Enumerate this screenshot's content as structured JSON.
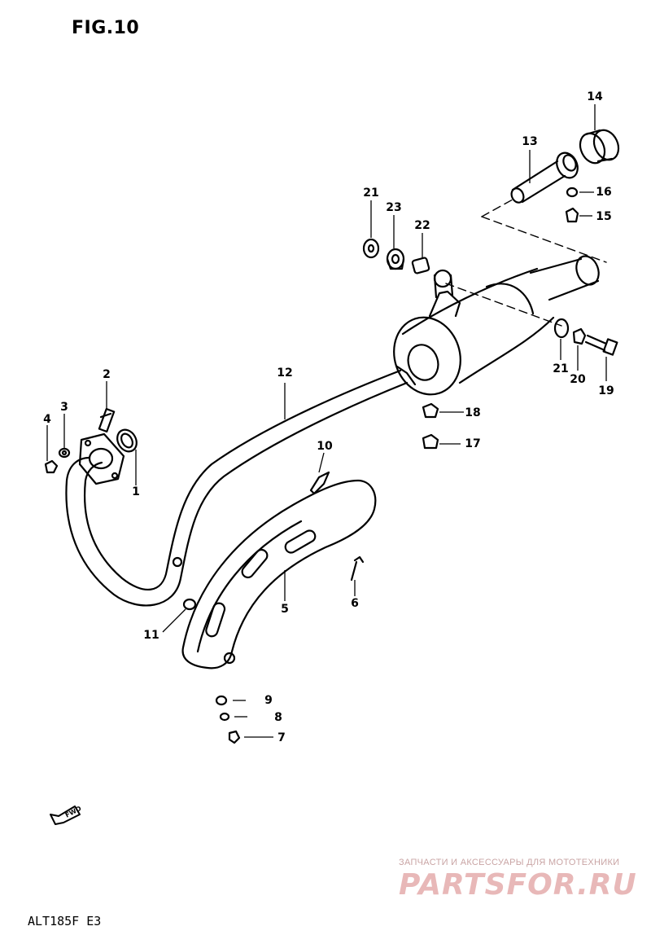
{
  "figure": {
    "title": "FIG.10",
    "model_code": "ALT185F  E3"
  },
  "fwd_arrow": {
    "label": "FWD"
  },
  "callouts": [
    {
      "id": "1",
      "label": "1"
    },
    {
      "id": "2",
      "label": "2"
    },
    {
      "id": "3",
      "label": "3"
    },
    {
      "id": "4",
      "label": "4"
    },
    {
      "id": "5",
      "label": "5"
    },
    {
      "id": "6",
      "label": "6"
    },
    {
      "id": "7",
      "label": "7"
    },
    {
      "id": "8",
      "label": "8"
    },
    {
      "id": "9",
      "label": "9"
    },
    {
      "id": "10",
      "label": "10"
    },
    {
      "id": "11",
      "label": "11"
    },
    {
      "id": "12",
      "label": "12"
    },
    {
      "id": "13",
      "label": "13"
    },
    {
      "id": "14",
      "label": "14"
    },
    {
      "id": "15",
      "label": "15"
    },
    {
      "id": "16",
      "label": "16"
    },
    {
      "id": "17",
      "label": "17"
    },
    {
      "id": "18",
      "label": "18"
    },
    {
      "id": "19",
      "label": "19"
    },
    {
      "id": "20",
      "label": "20"
    },
    {
      "id": "21a",
      "label": "21"
    },
    {
      "id": "21b",
      "label": "21"
    },
    {
      "id": "22",
      "label": "22"
    },
    {
      "id": "23",
      "label": "23"
    }
  ],
  "watermark": {
    "tagline": "ЗАПЧАСТИ И АКСЕССУАРЫ ДЛЯ МОТОТЕХНИКИ",
    "brand": "PARTSFOR.RU",
    "color": "#e8b8b8"
  }
}
